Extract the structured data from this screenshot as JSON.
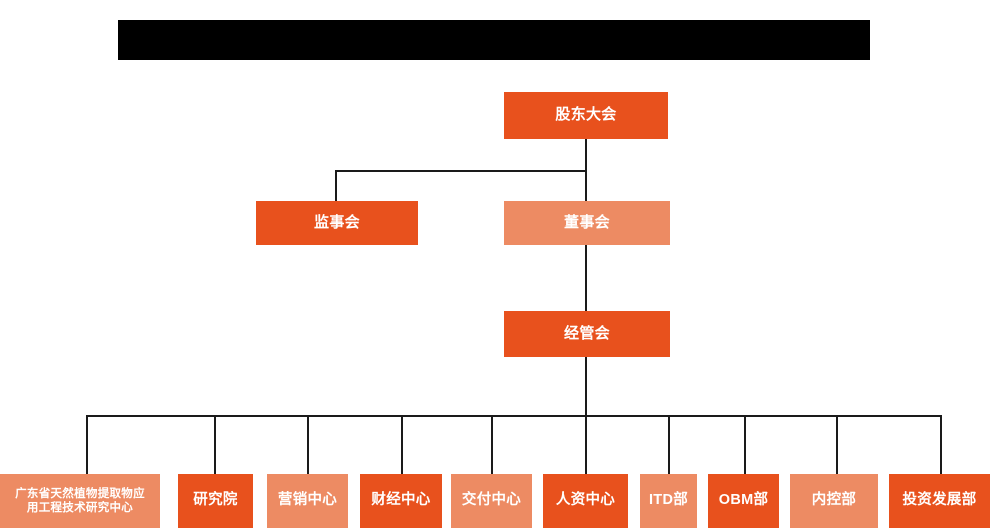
{
  "banner": {
    "name": "redacted-title-banner",
    "text": "",
    "color": "#000000"
  },
  "theme": {
    "dark_orange": "#e8511d",
    "light_orange": "#ed8b63",
    "line_color": "#1a1a1a",
    "text_color": "#ffffff",
    "background": "#ffffff"
  },
  "chart_data": {
    "type": "diagram",
    "title": "",
    "orientation": "top-down",
    "levels": 4,
    "nodes": [
      {
        "id": "n1",
        "label": "股东大会",
        "level": 1,
        "tone": "dark",
        "parent": null
      },
      {
        "id": "n2",
        "label": "监事会",
        "level": 2,
        "tone": "dark",
        "parent": "n1"
      },
      {
        "id": "n3",
        "label": "董事会",
        "level": 2,
        "tone": "light",
        "parent": "n1"
      },
      {
        "id": "n4",
        "label": "经管会",
        "level": 3,
        "tone": "dark",
        "parent": "n3"
      },
      {
        "id": "d1",
        "label": "广东省天然植物提取物应\n用工程技术研究中心",
        "level": 4,
        "tone": "light",
        "parent": "n4"
      },
      {
        "id": "d2",
        "label": "研究院",
        "level": 4,
        "tone": "dark",
        "parent": "n4"
      },
      {
        "id": "d3",
        "label": "营销中心",
        "level": 4,
        "tone": "light",
        "parent": "n4"
      },
      {
        "id": "d4",
        "label": "财经中心",
        "level": 4,
        "tone": "dark",
        "parent": "n4"
      },
      {
        "id": "d5",
        "label": "交付中心",
        "level": 4,
        "tone": "light",
        "parent": "n4"
      },
      {
        "id": "d6",
        "label": "人资中心",
        "level": 4,
        "tone": "dark",
        "parent": "n4"
      },
      {
        "id": "d7",
        "label": "ITD部",
        "level": 4,
        "tone": "light",
        "parent": "n4"
      },
      {
        "id": "d8",
        "label": "OBM部",
        "level": 4,
        "tone": "dark",
        "parent": "n4"
      },
      {
        "id": "d9",
        "label": "内控部",
        "level": 4,
        "tone": "light",
        "parent": "n4"
      },
      {
        "id": "d10",
        "label": "投资发展部",
        "level": 4,
        "tone": "dark",
        "parent": "n4"
      }
    ]
  },
  "nodes": {
    "shareholders_meeting": "股东大会",
    "board_of_supervisors": "监事会",
    "board_of_directors": "董事会",
    "management_committee": "经管会",
    "dept_1": "广东省天然植物提取物应\n用工程技术研究中心",
    "dept_2": "研究院",
    "dept_3": "营销中心",
    "dept_4": "财经中心",
    "dept_5": "交付中心",
    "dept_6": "人资中心",
    "dept_7": "ITD部",
    "dept_8": "OBM部",
    "dept_9": "内控部",
    "dept_10": "投资发展部"
  }
}
